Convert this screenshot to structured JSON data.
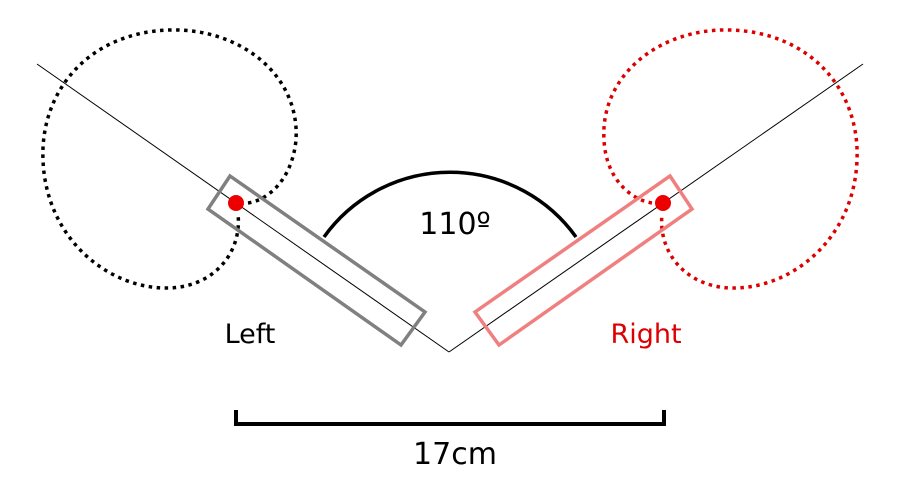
{
  "angle_label": "110º",
  "left_label": "Left",
  "right_label": "Right",
  "distance_label": "17cm",
  "colors": {
    "left_circle": "#000000",
    "left_rect": "#808080",
    "right_circle": "#dd0000",
    "right_rect": "#f08080",
    "point": "#ee0000",
    "text": "#000000",
    "right_text": "#dd0000"
  }
}
